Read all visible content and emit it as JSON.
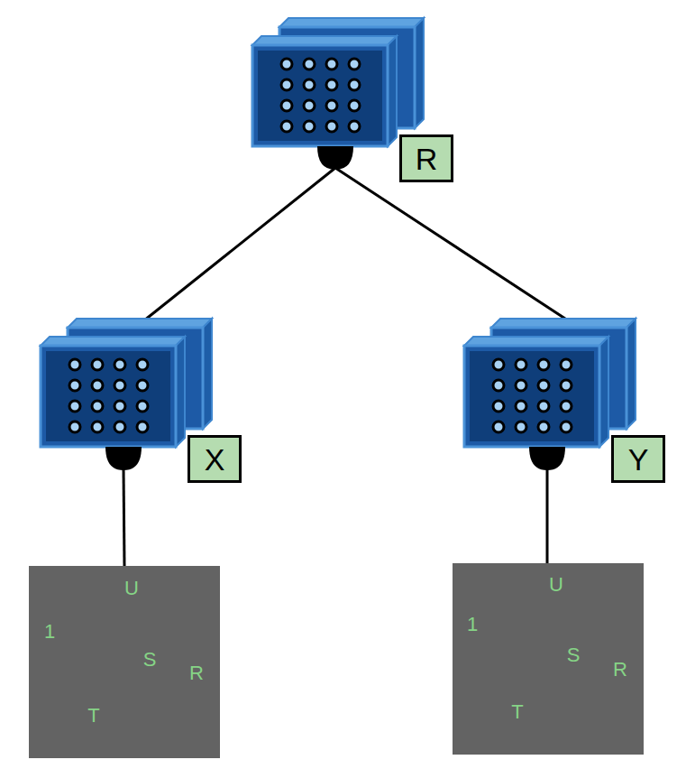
{
  "diagram": {
    "nodes": [
      {
        "text": [
          "R"
        ]
      },
      {
        "text": [
          "X"
        ]
      },
      {
        "text": [
          "Y"
        ]
      },
      {
        "text": [
          "U",
          "1",
          "S",
          "R",
          "T"
        ]
      },
      {
        "text": [
          "U",
          "1",
          "S",
          "R",
          "T"
        ]
      }
    ],
    "edges": [
      {
        "from": 0,
        "to": 1,
        "arrow": "none"
      },
      {
        "from": 0,
        "to": 2,
        "arrow": "none"
      },
      {
        "from": 1,
        "to": 3,
        "arrow": "none"
      },
      {
        "from": 2,
        "to": 4,
        "arrow": "none"
      }
    ]
  }
}
